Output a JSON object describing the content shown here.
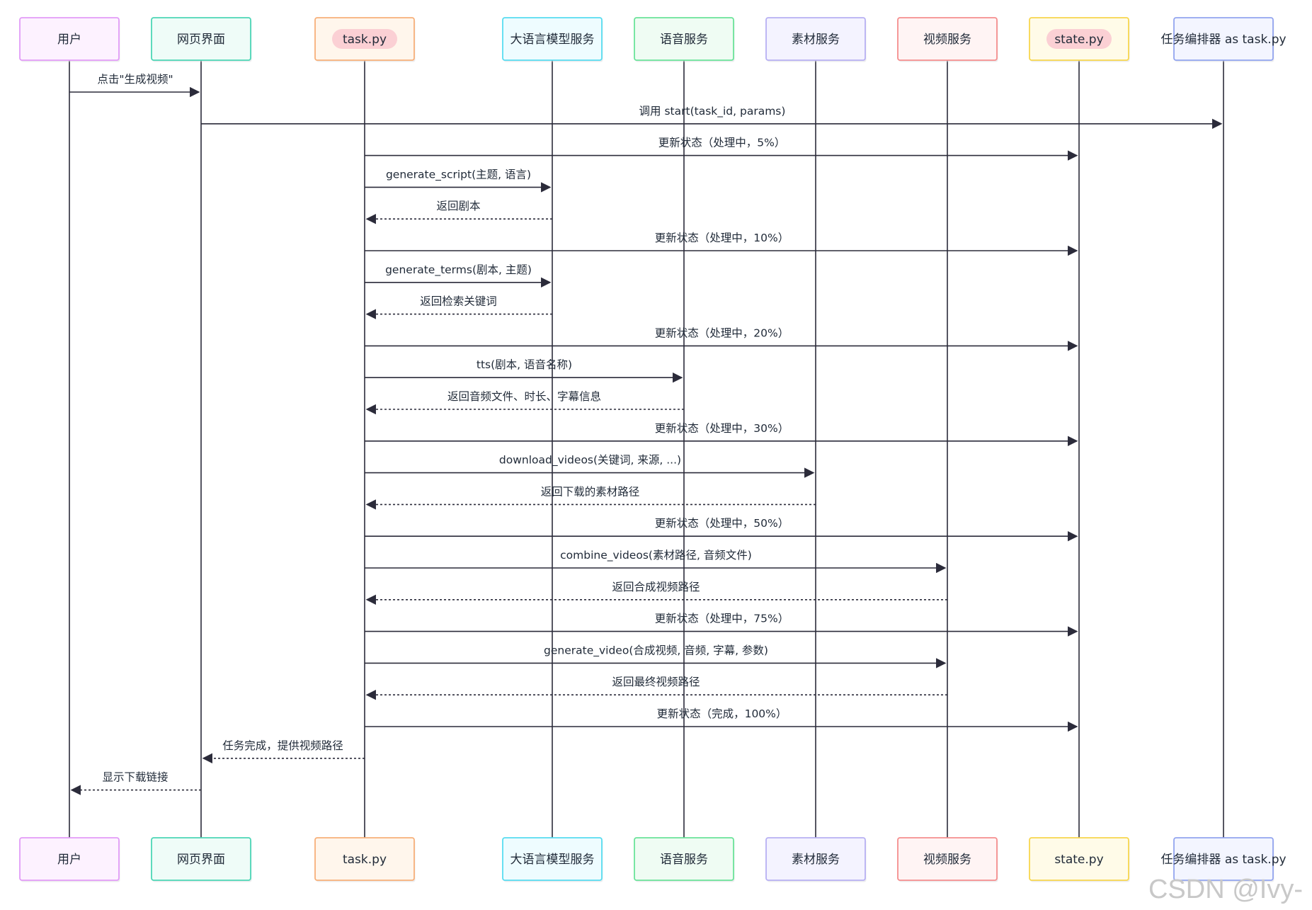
{
  "participants": [
    {
      "id": "user",
      "label": "用户",
      "fill": "#fdf2ff",
      "stroke": "#e29cf7"
    },
    {
      "id": "web",
      "label": "网页界面",
      "fill": "#effcf8",
      "stroke": "#4dd6b6"
    },
    {
      "id": "task",
      "label": "task.py",
      "top_label": "task.py",
      "fill": "#fff6ec",
      "stroke": "#f7b07a",
      "top_pill": "#fbd0d4"
    },
    {
      "id": "llm",
      "label": "大语言模型服务",
      "fill": "#eefcff",
      "stroke": "#58dcf0"
    },
    {
      "id": "voice",
      "label": "语音服务",
      "fill": "#effcf3",
      "stroke": "#6be39a"
    },
    {
      "id": "material",
      "label": "素材服务",
      "fill": "#f4f3ff",
      "stroke": "#b7b0f3"
    },
    {
      "id": "video",
      "label": "视频服务",
      "fill": "#fff4f4",
      "stroke": "#f58e8e"
    },
    {
      "id": "state",
      "label": "state.py",
      "top_label": "state.py",
      "fill": "#fffbe8",
      "stroke": "#f7d64e",
      "top_pill": "#fbd0d4"
    },
    {
      "id": "orch",
      "label": "任务编排器 as task.py",
      "fill": "#f3f5ff",
      "stroke": "#93a5ef"
    }
  ],
  "messages": [
    {
      "from": "user",
      "to": "web",
      "text": "点击\"生成视频\"",
      "style": "solid"
    },
    {
      "from": "web",
      "to": "orch",
      "text": "调用 start(task_id, params)",
      "style": "solid"
    },
    {
      "from": "task",
      "to": "state",
      "text": "更新状态（处理中，5%）",
      "style": "solid"
    },
    {
      "from": "task",
      "to": "llm",
      "text": "generate_script(主题, 语言)",
      "style": "solid"
    },
    {
      "from": "llm",
      "to": "task",
      "text": "返回剧本",
      "style": "dashed"
    },
    {
      "from": "task",
      "to": "state",
      "text": "更新状态（处理中，10%）",
      "style": "solid"
    },
    {
      "from": "task",
      "to": "llm",
      "text": "generate_terms(剧本, 主题)",
      "style": "solid"
    },
    {
      "from": "llm",
      "to": "task",
      "text": "返回检索关键词",
      "style": "dashed"
    },
    {
      "from": "task",
      "to": "state",
      "text": "更新状态（处理中，20%）",
      "style": "solid"
    },
    {
      "from": "task",
      "to": "voice",
      "text": "tts(剧本, 语音名称)",
      "style": "solid"
    },
    {
      "from": "voice",
      "to": "task",
      "text": "返回音频文件、时长、字幕信息",
      "style": "dashed"
    },
    {
      "from": "task",
      "to": "state",
      "text": "更新状态（处理中，30%）",
      "style": "solid"
    },
    {
      "from": "task",
      "to": "material",
      "text": "download_videos(关键词, 来源, ...)",
      "style": "solid"
    },
    {
      "from": "material",
      "to": "task",
      "text": "返回下载的素材路径",
      "style": "dashed"
    },
    {
      "from": "task",
      "to": "state",
      "text": "更新状态（处理中，50%）",
      "style": "solid"
    },
    {
      "from": "task",
      "to": "video",
      "text": "combine_videos(素材路径, 音频文件)",
      "style": "solid"
    },
    {
      "from": "video",
      "to": "task",
      "text": "返回合成视频路径",
      "style": "dashed"
    },
    {
      "from": "task",
      "to": "state",
      "text": "更新状态（处理中，75%）",
      "style": "solid"
    },
    {
      "from": "task",
      "to": "video",
      "text": "generate_video(合成视频, 音频, 字幕, 参数)",
      "style": "solid"
    },
    {
      "from": "video",
      "to": "task",
      "text": "返回最终视频路径",
      "style": "dashed"
    },
    {
      "from": "task",
      "to": "state",
      "text": "更新状态（完成，100%）",
      "style": "solid"
    },
    {
      "from": "task",
      "to": "web",
      "text": "任务完成，提供视频路径",
      "style": "dashed"
    },
    {
      "from": "web",
      "to": "user",
      "text": "显示下载链接",
      "style": "dashed"
    }
  ],
  "watermark": "CSDN @Ivy-",
  "colors": {
    "line": "#2b2b3a",
    "text": "#1f2937"
  }
}
